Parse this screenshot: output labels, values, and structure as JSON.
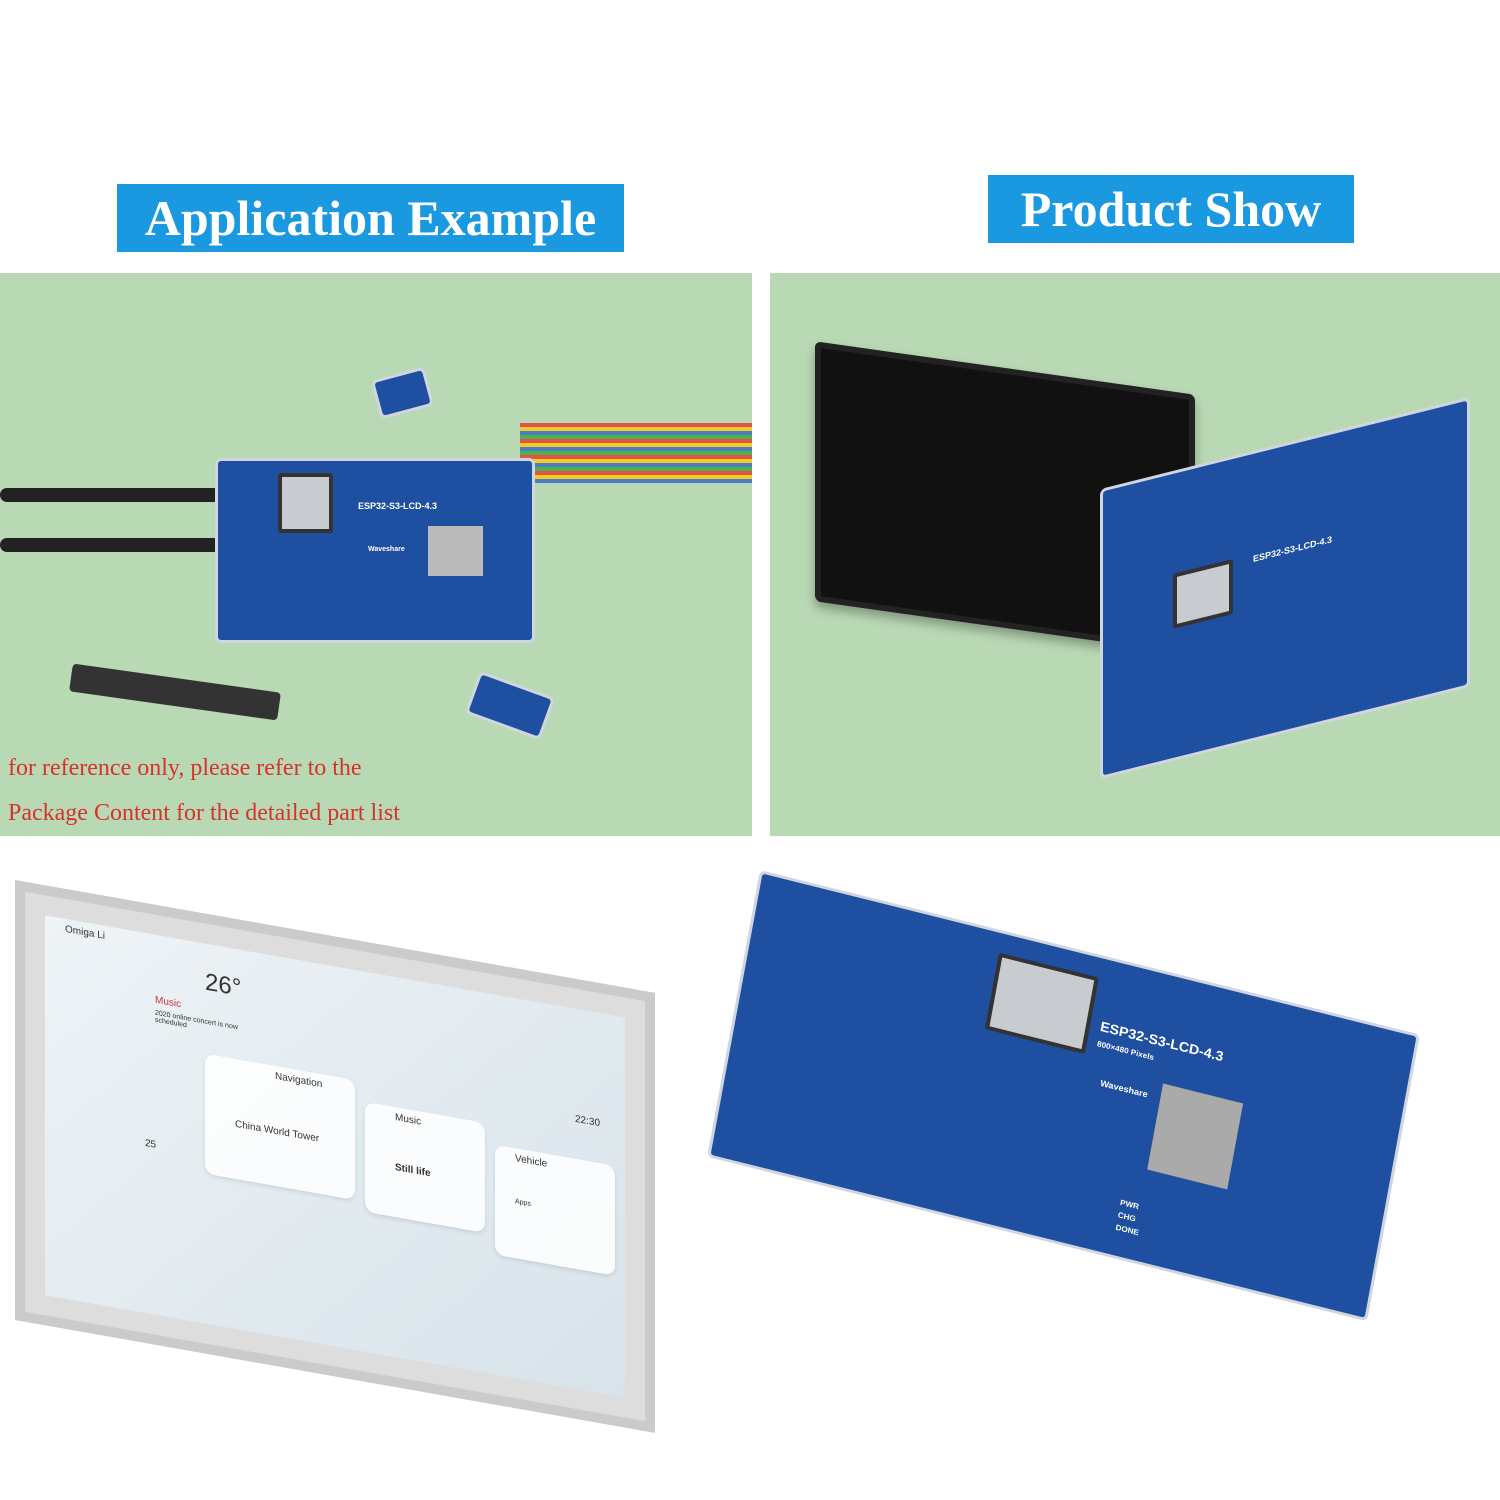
{
  "headers": {
    "left": "Application Example",
    "right": "Product Show"
  },
  "note": {
    "line1": "for reference only, please refer to the",
    "line2": "Package Content for the detailed part list"
  },
  "board": {
    "model": "ESP32-S3-LCD-4.3",
    "resolution": "800×480 Pixels",
    "brand": "Waveshare",
    "leds": [
      "PWR",
      "CHG",
      "DONE"
    ]
  },
  "screen_ui": {
    "user": "Omiga Li",
    "temp": "26°",
    "music_title": "Music",
    "music_desc": "2020 online concert is now scheduled",
    "nav": "Navigation",
    "nav_dest": "China World Tower",
    "music2": "Music",
    "song": "Still life",
    "vehicle": "Vehicle",
    "apps": "Apps",
    "time": "22:30",
    "num": "25"
  },
  "colors": {
    "header": "#1a98e0",
    "panel": "#b9d8b4",
    "board": "#1f4fa0",
    "note": "#d6332b"
  }
}
